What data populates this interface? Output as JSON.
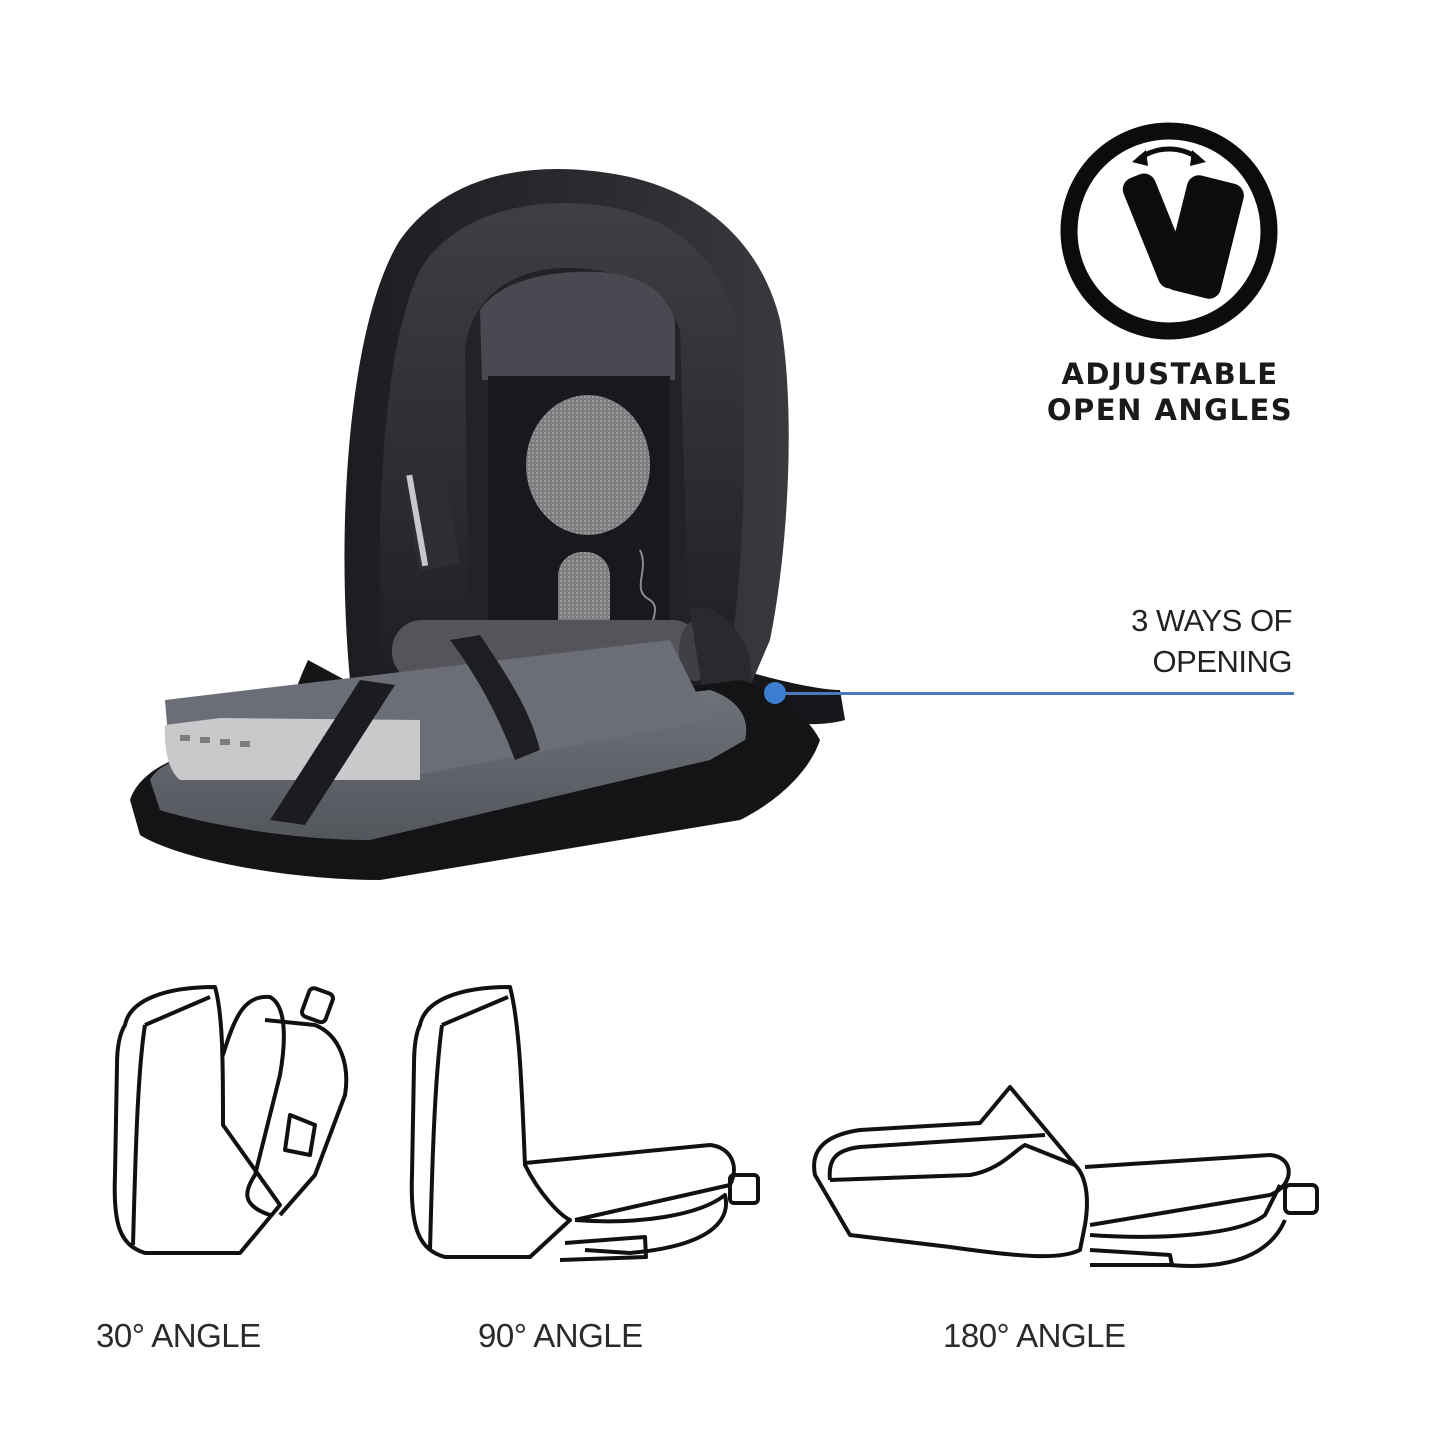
{
  "feature_badge": {
    "icon": "adjustable-angle-icon",
    "line1": "ADJUSTABLE",
    "line2": "OPEN ANGLES"
  },
  "callout": {
    "line1": "3 WAYS OF",
    "line2": "OPENING",
    "line_color": "#4a78b8",
    "dot_color": "#3c7fd0"
  },
  "product_photo": {
    "subject": "open-anti-theft-backpack",
    "colors": {
      "shell": "#2b2a2e",
      "lining": "#3a3840",
      "laptop_panel": "#6b6d74",
      "mesh": "#8a8a8c"
    }
  },
  "angle_illustrations": [
    {
      "label": "30° ANGLE",
      "icon": "backpack-30-degree-icon"
    },
    {
      "label": "90° ANGLE",
      "icon": "backpack-90-degree-icon"
    },
    {
      "label": "180° ANGLE",
      "icon": "backpack-180-degree-icon"
    }
  ]
}
